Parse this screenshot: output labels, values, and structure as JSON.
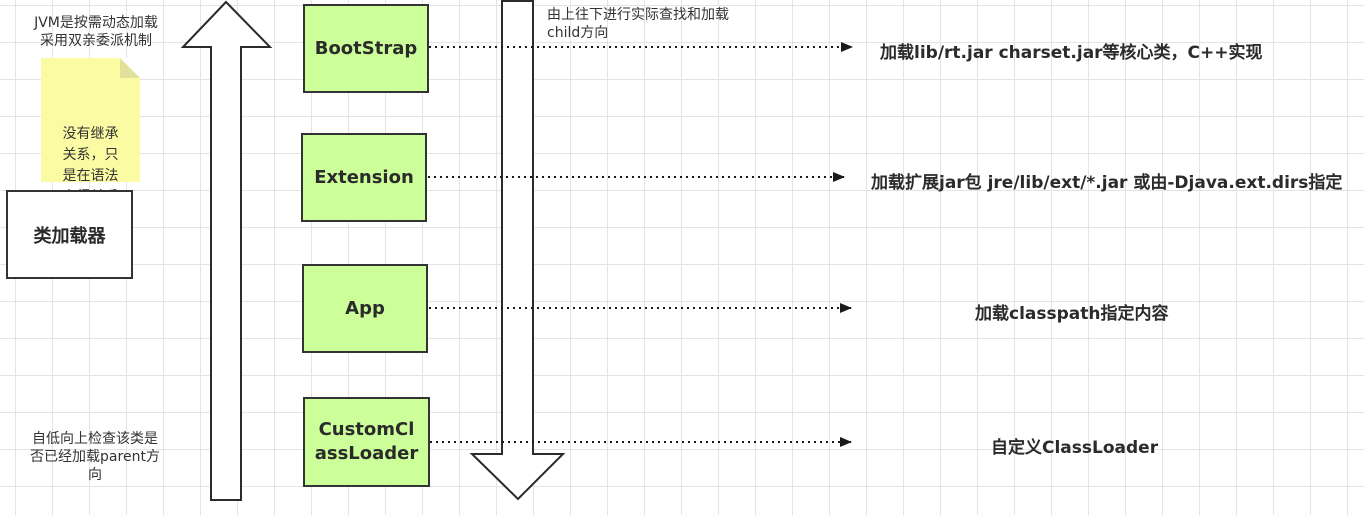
{
  "labels": {
    "jvm_note": "JVM是按需动态加载\n采用双亲委派机制",
    "sticky_note": "没有继承\n关系，只\n是在语法\n上得关系",
    "class_loader": "类加载器",
    "bottom_left": "自低向上检查该类是\n否已经加载parent方\n向",
    "top_middle": "由上往下进行实际查找和加载\nchild方向"
  },
  "loaders": [
    {
      "name": "BootStrap",
      "description": "加载lib/rt.jar charset.jar等核心类，C++实现"
    },
    {
      "name": "Extension",
      "description": "加载扩展jar包 jre/lib/ext/*.jar 或由-Djava.ext.dirs指定"
    },
    {
      "name": "App",
      "description": "加载classpath指定内容"
    },
    {
      "name": "CustomCl\nassLoader",
      "description": "自定义ClassLoader"
    }
  ],
  "colors": {
    "loader_fill": "#ccff99",
    "note_fill": "#fbfba3",
    "stroke": "#333333"
  }
}
